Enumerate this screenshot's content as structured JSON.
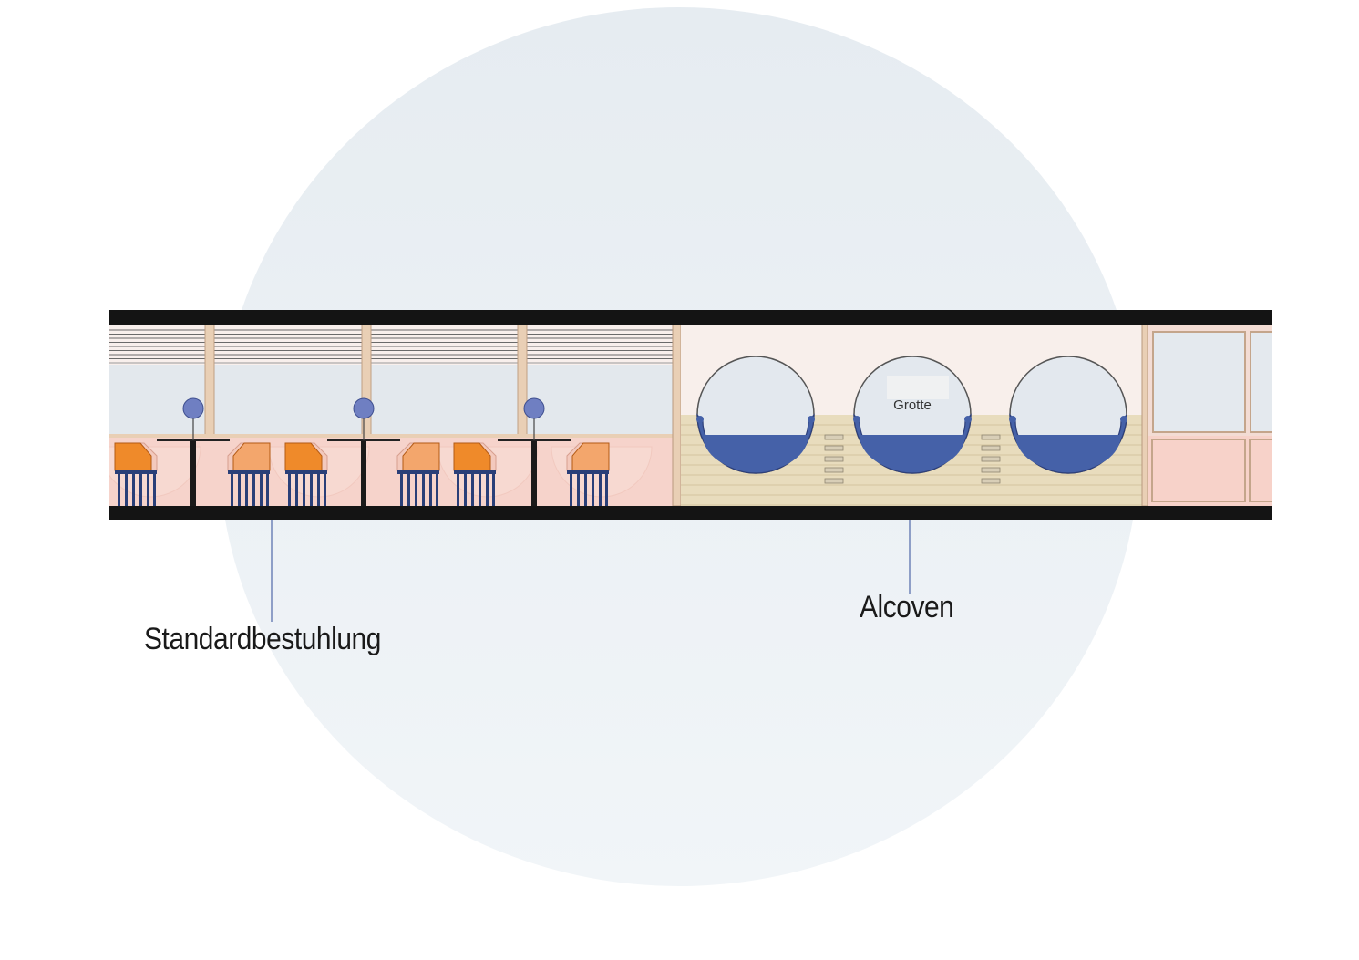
{
  "labels": {
    "standard_seating": "Standardbestuhlung",
    "alcoves": "Alcoven",
    "grotto_sign": "Grotte"
  },
  "colors": {
    "backdrop_circle": "#e9eef2",
    "floor_slab": "#141414",
    "wall_pink": "#f6d3cb",
    "window_glass": "#e4e9ee",
    "timber": "#e9cfb5",
    "chair_orange": "#ef8a2a",
    "chair_peach": "#f3a66c",
    "chair_legs": "#2a3f78",
    "pod_fill": "#4561a8",
    "alcove_wood": "#e8dcbd",
    "leader_line": "#5068a8"
  }
}
